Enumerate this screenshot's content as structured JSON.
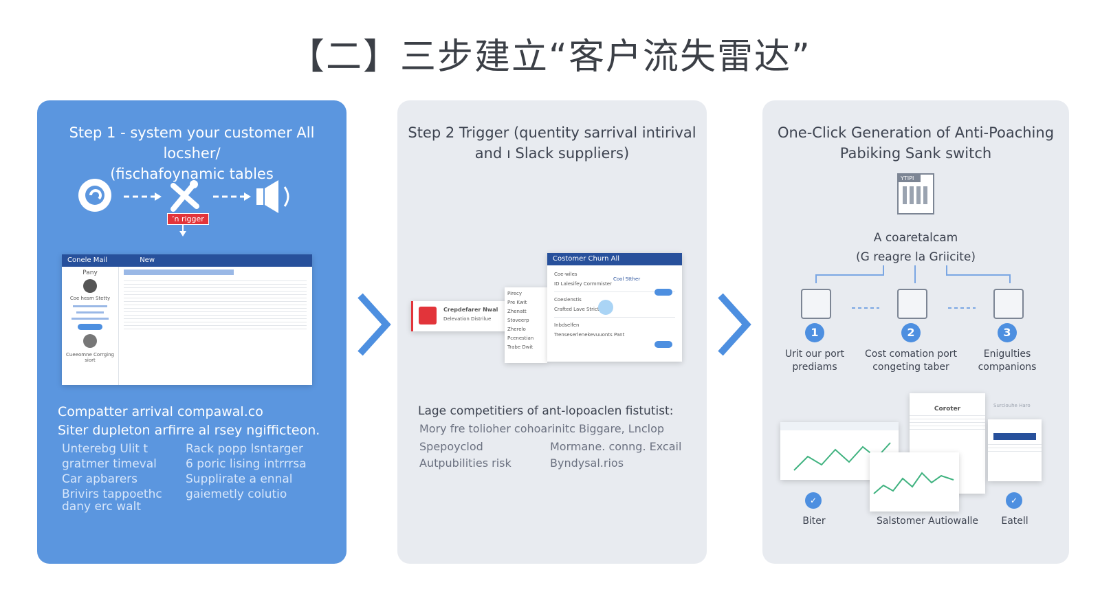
{
  "title": "【二】三步建立“客户流失雷达”",
  "colors": {
    "accent": "#4d8fe0",
    "card1": "#5b96df",
    "card_grey": "#e8ebf0",
    "window_bar": "#27509b",
    "trigger_red": "#e2343a"
  },
  "card1": {
    "title_line1": "Step 1 - system your customer All locsher/",
    "title_line2": "(fischafoynamic tables",
    "flow_icons": [
      "chat-icon",
      "tool-icon",
      "megaphone-icon"
    ],
    "trigger_label": "ʼn rigger",
    "window": {
      "title": "Conele Mail",
      "tab": "New",
      "side_name1": "Pany",
      "side_name2": "Coe hesm Stetty",
      "side_name3": "Cueeomne Corrging siort"
    },
    "summary_line1": "Compatter arrival compawal.co",
    "summary_line2": "Siter dupleton arfirre al rsey ngifficteon.",
    "bullets_left": [
      "Unterebg Ulit t",
      "gratmer timeval",
      "Car apbarers",
      "Brivirs tappoethc",
      "dany erc walt"
    ],
    "bullets_right": [
      "Rack popp lsntarger",
      "6 poric lising intrrrsa",
      "Supplirate a ennal",
      "gaiemetly colutio"
    ]
  },
  "card2": {
    "title_line1": "Step 2 Trigger (quentity sarrival intirival",
    "title_line2": "and ı Slack suppliers)",
    "left_card_title": "Crepdefarer Nwal",
    "left_card_sub": "Delevation Distrilue",
    "window_title": "Costomer Churn All",
    "window_rows": [
      "Coe-wiles",
      "ID Lalesifey Cormmister",
      "Coeslenstis",
      "Crafted Lave Stricthert",
      "Inbdselfen",
      "Trenseserlenekevuuonts Pant"
    ],
    "mid_items": [
      "Pirecy",
      "Pre Kwit",
      "Zhenatt",
      "Stoveerp",
      "Zherelo",
      "Pcenestian",
      "Trabe Dwit"
    ],
    "play_label": "Cool Stther",
    "summary": "Lage competitiers of ant-lopoaclen fistutist:",
    "bullets_left": [
      "Mory fre tolioher cohoarinitc Biggare, Lnclop",
      "Spepoyclod",
      "Autpubilities risk"
    ],
    "bullets_right": [
      "Mormane. conng. Excail",
      "Byndysal.rios"
    ]
  },
  "card3": {
    "title_line1": "One-Click Generation of Anti-Poaching",
    "title_line2": "Pabiking Sank switch",
    "doc_badge": "YTIPI",
    "center_line1": "A coaretalcam",
    "center_line2": "(G reagre la Griicite)",
    "steps": [
      {
        "num": "1",
        "label": "Urit our port prediams",
        "icon": "edit-icon"
      },
      {
        "num": "2",
        "label": "Cost comation port congeting taber",
        "icon": "chart-icon"
      },
      {
        "num": "3",
        "label": "Enigulties companions",
        "icon": "table-icon"
      }
    ],
    "bottom_labels": [
      "Biter",
      "Salstomer Autiowalle",
      "Eatell"
    ],
    "screen_title": "Coroter",
    "screen_right": "Surciouhe Haro"
  }
}
